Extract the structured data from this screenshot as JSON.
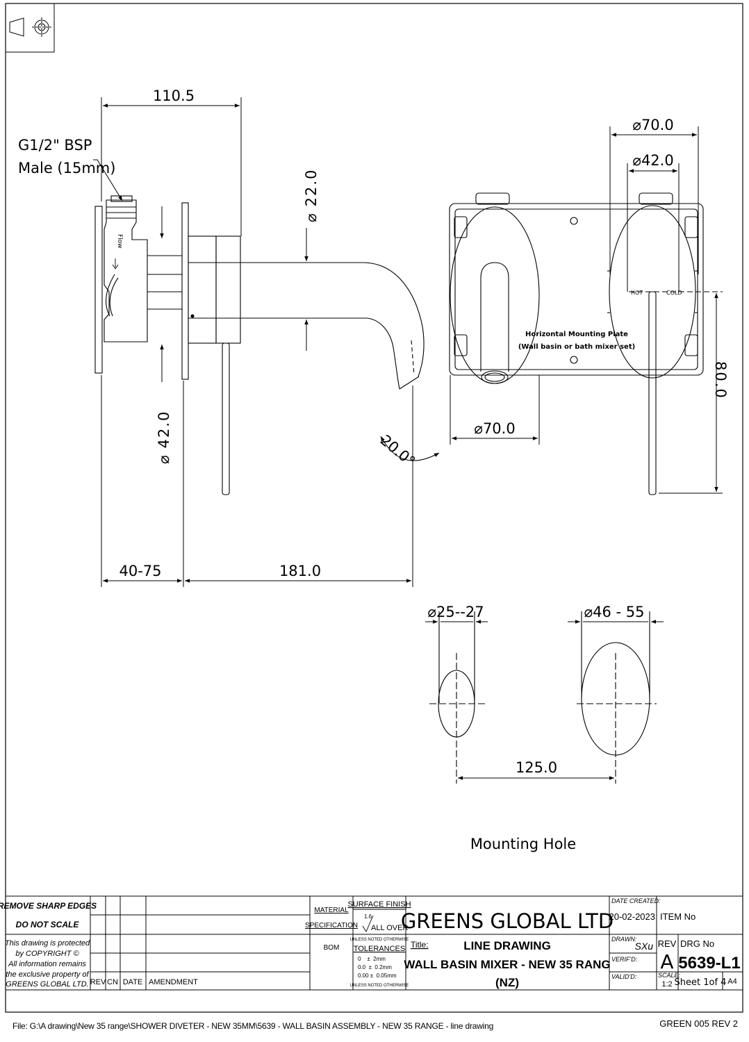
{
  "dimensions": {
    "top_width": "110.5",
    "thread_line1": "G1/2\" BSP",
    "thread_line2": "Male (15mm)",
    "spout_dia": "22.0",
    "body_dia": "42.0",
    "wall_range": "40-75",
    "reach": "181.0",
    "angle": "20.0",
    "plate_dia_outer": "70.0",
    "plate_dia_inner": "42.0",
    "front_plate_dia": "70.0",
    "height": "80.0",
    "hole_small": "25--27",
    "hole_large": "46 - 55",
    "hole_spacing": "125.0",
    "diameter_symbol": "⌀"
  },
  "labels": {
    "flow": "Flow",
    "hot": "HOT",
    "cold": "COLD",
    "plate_line1": "Horizontal Mounting Plate",
    "plate_line2": "(Wall basin or bath mixer set)",
    "mounting_hole": "Mounting Hole"
  },
  "title_block": {
    "remove_edges": "REMOVE SHARP EDGES",
    "do_not_scale": "DO NOT SCALE",
    "copyright_lines": [
      "This drawing is protected",
      "by COPYRIGHT ©",
      "All information remains",
      "the exclusive property of",
      "GREENS GLOBAL LTD."
    ],
    "rev_headers": [
      "REV",
      "CN",
      "DATE",
      "AMENDMENT"
    ],
    "material_line1": "MATERIAL",
    "material_line2": "SPECIFICATION",
    "material_value": "BOM",
    "surface_finish": "SURFACE FINISH",
    "roughness": "1.6",
    "all_over": "ALL OVER",
    "unless_noted": "UNLESS NOTED OTHERWISE",
    "tolerances": "TOLERANCES",
    "tolerance_rows": [
      "0    ±  2mm",
      "0.0  ±  0.2mm",
      "0.00 ±  0.05mm"
    ],
    "company": "GREENS GLOBAL LTD",
    "title_label": "Title:",
    "title_line1": "LINE DRAWING",
    "title_line2": "WALL BASIN MIXER - NEW 35 RANG",
    "title_line3": "(NZ)",
    "date_created_label": "DATE CREATED:",
    "date_created": "20-02-2023",
    "item_no": "ITEM No",
    "drawn_label": "DRAWN:",
    "drawn": "SXu",
    "rev_label": "REV",
    "rev": "A",
    "drg_no_label": "DRG No",
    "drg_no": "5639-L1",
    "verified_label": "VERIF'D:",
    "valid_label": "VALID'D:",
    "scale_label": "SCALE:",
    "scale": "1:2",
    "sheet": "Sheet 1of 4",
    "paper": "A4"
  },
  "footer": {
    "file_path": "File: G:\\A drawing\\New 35 range\\SHOWER DIVETER - NEW 35MM\\5639 - WALL BASIN ASSEMBLY - NEW 35 RANGE - line drawing",
    "form_ref": "GREEN 005 REV 2"
  }
}
